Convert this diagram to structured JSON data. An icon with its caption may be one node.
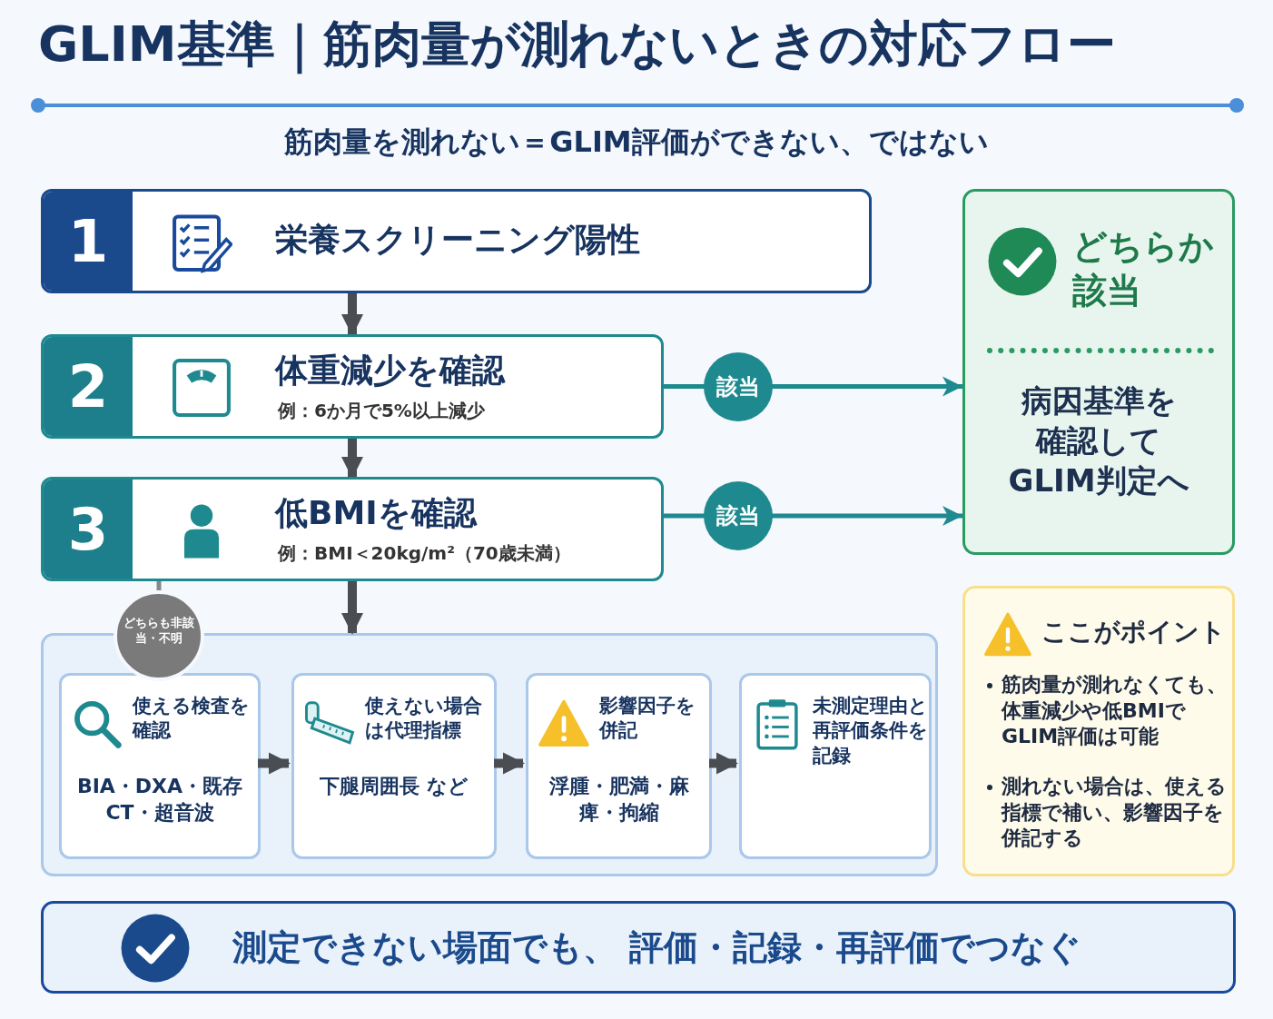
{
  "diagram": {
    "title": "GLIM基準｜筋肉量が測れないときの対応フロー",
    "nodes": [
      {
        "text": [
          "1",
          "栄養スクリーニング陽性"
        ]
      },
      {
        "text": [
          "2",
          "体重減少を確認",
          "例：6か月で5%以上減少"
        ]
      },
      {
        "text": [
          "3",
          "低BMIを確認",
          "例：BMI＜20kg/m²（70歳未満）"
        ]
      },
      {
        "text": [
          "どちらか該当",
          "病因基準を確認してGLIM判定へ"
        ]
      },
      {
        "text": [
          "ここがポイント",
          "筋肉量が測れなくても、体重減少や低BMIでGLIM評価は可能",
          "測れない場合は、使える指標で補い、影響因子を併記する"
        ]
      },
      {
        "text": [],
        "shape": "box"
      },
      {
        "text": [
          "どちらも非該当・不明"
        ]
      },
      {
        "text": [
          "使える検査を確認",
          "BIA・DXA・既存CT・超音波"
        ],
        "in": 5
      },
      {
        "text": [
          "使えない場合は代理指標",
          "下腿周囲長 など"
        ],
        "in": 5
      },
      {
        "text": [
          "影響因子を併記",
          "浮腫・肥満・麻痺・拘縮"
        ],
        "in": 5
      },
      {
        "text": [
          "未測定理由と再評価条件を記録"
        ],
        "in": 5
      },
      {
        "text": [
          "測定できない場面でも、 評価・記録・再評価でつなぐ"
        ]
      }
    ],
    "edges": [
      {
        "from": 0,
        "to": 1,
        "arrow": "to"
      },
      {
        "from": 1,
        "to": 2,
        "arrow": "to"
      },
      {
        "from": 1,
        "to": 3,
        "arrow": "to",
        "label": "該当",
        "color": "#1e8a8f"
      },
      {
        "from": 2,
        "to": 3,
        "arrow": "to",
        "label": "該当",
        "color": "#1e8a8f"
      },
      {
        "from": 2,
        "to": 5,
        "arrow": "to"
      },
      {
        "from": 2,
        "to": 6,
        "arrow": "none",
        "color": "#888888"
      },
      {
        "from": 7,
        "to": 8,
        "arrow": "to"
      },
      {
        "from": 8,
        "to": 9,
        "arrow": "to"
      },
      {
        "from": 9,
        "to": 10,
        "arrow": "to"
      }
    ],
    "labels": [
      "筋肉量を測れない＝GLIM評価ができない、ではない"
    ]
  }
}
